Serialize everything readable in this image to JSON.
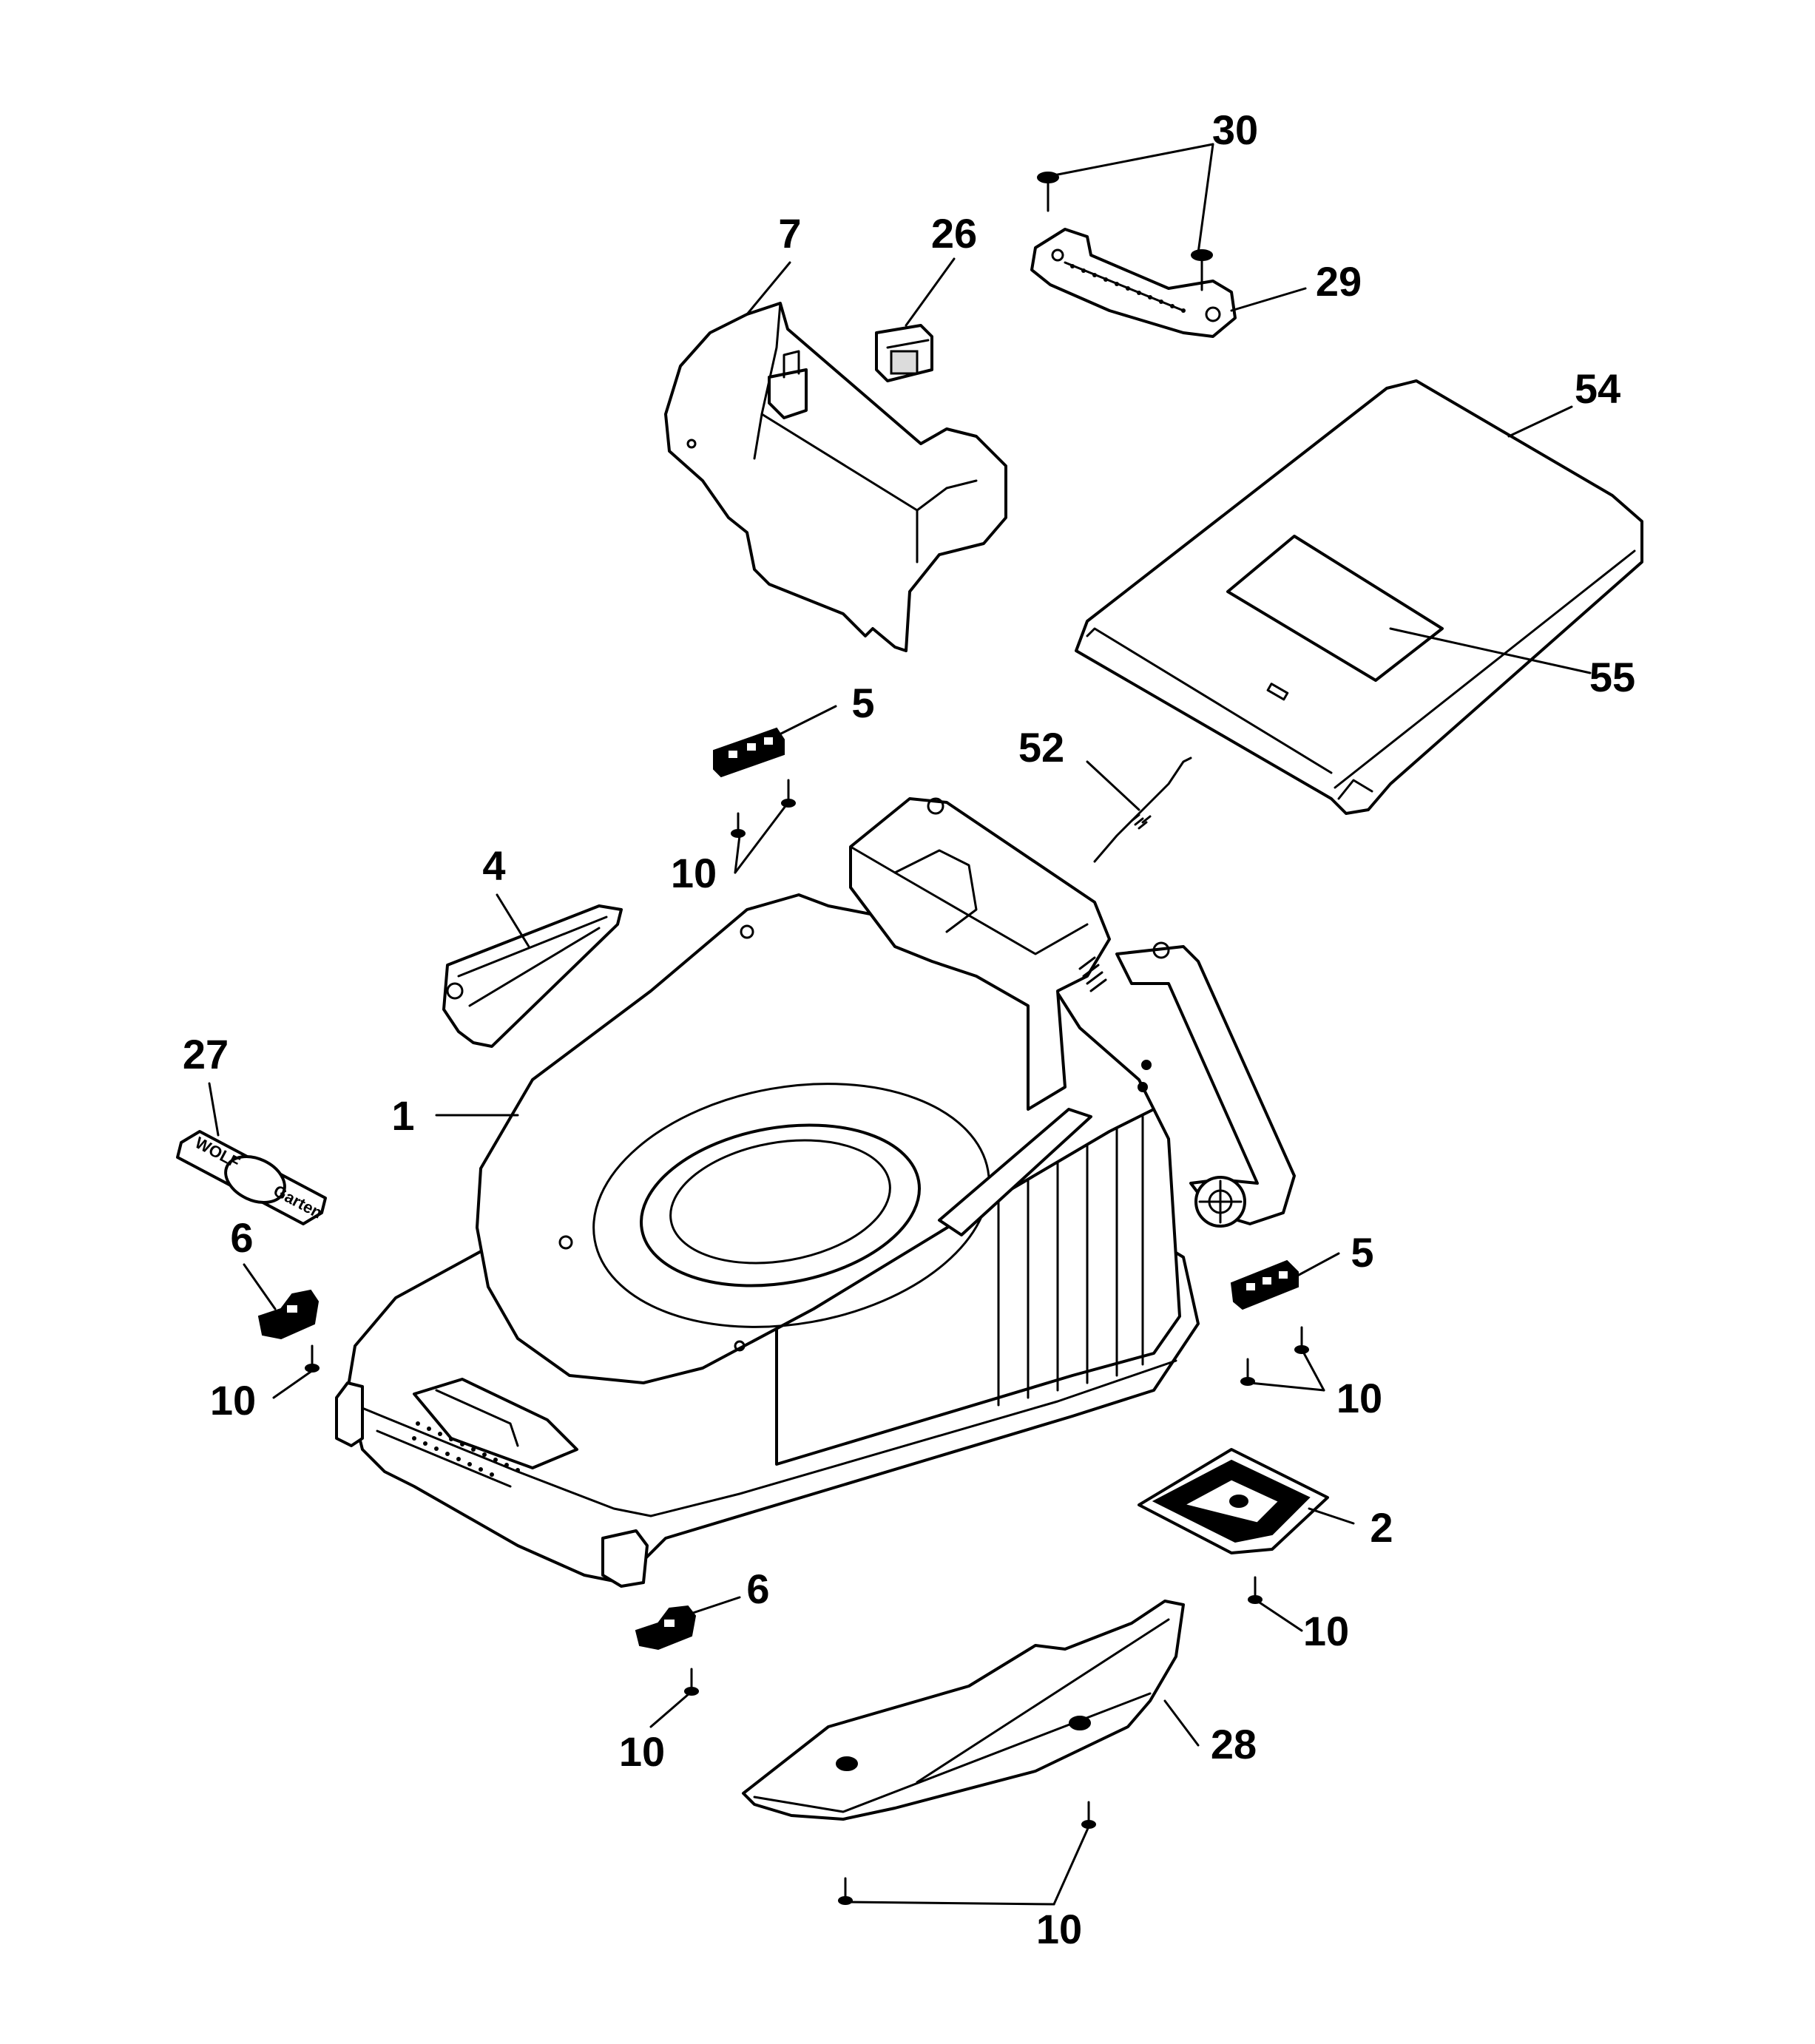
{
  "callouts": {
    "c30": "30",
    "c7": "7",
    "c26": "26",
    "c29": "29",
    "c54": "54",
    "c55": "55",
    "c5a": "5",
    "c52": "52",
    "c10a": "10",
    "c4": "4",
    "c27": "27",
    "c1": "1",
    "c6a": "6",
    "c10b": "10",
    "c5b": "5",
    "c10c": "10",
    "c2": "2",
    "c6b": "6",
    "c10d": "10",
    "c10e": "10",
    "c28": "28",
    "c10f": "10"
  },
  "logo": {
    "left": "WOLF",
    "right": "Garten"
  }
}
